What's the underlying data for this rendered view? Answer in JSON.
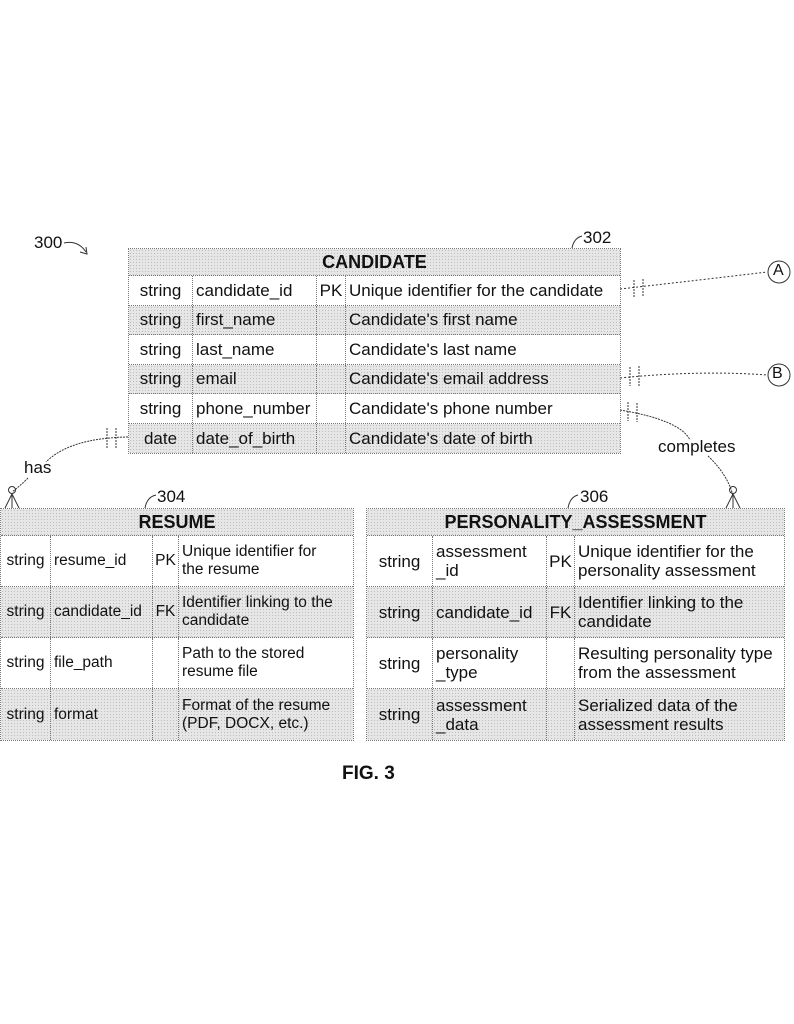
{
  "figure_label": "FIG. 3",
  "diagram_ref": "300",
  "connectors": {
    "a": "A",
    "b": "B",
    "has": "has",
    "completes": "completes"
  },
  "candidate": {
    "ref": "302",
    "title": "CANDIDATE",
    "rows": [
      {
        "type": "string",
        "name": "candidate_id",
        "key": "PK",
        "desc": "Unique identifier for the candidate"
      },
      {
        "type": "string",
        "name": "first_name",
        "key": "",
        "desc": "Candidate's first name"
      },
      {
        "type": "string",
        "name": "last_name",
        "key": "",
        "desc": "Candidate's last name"
      },
      {
        "type": "string",
        "name": "email",
        "key": "",
        "desc": "Candidate's email address"
      },
      {
        "type": "string",
        "name": "phone_number",
        "key": "",
        "desc": "Candidate's phone number"
      },
      {
        "type": "date",
        "name": "date_of_birth",
        "key": "",
        "desc": "Candidate's date of birth"
      }
    ]
  },
  "resume": {
    "ref": "304",
    "title": "RESUME",
    "rows": [
      {
        "type": "string",
        "name": "resume_id",
        "key": "PK",
        "desc": "Unique identifier for\nthe resume"
      },
      {
        "type": "string",
        "name": "candidate_id",
        "key": "FK",
        "desc": "Identifier linking to the\ncandidate"
      },
      {
        "type": "string",
        "name": "file_path",
        "key": "",
        "desc": "Path to the stored\nresume file"
      },
      {
        "type": "string",
        "name": "format",
        "key": "",
        "desc": "Format of the resume\n(PDF, DOCX, etc.)"
      }
    ]
  },
  "personality_assessment": {
    "ref": "306",
    "title": "PERSONALITY_ASSESSMENT",
    "rows": [
      {
        "type": "string",
        "name": "assessment\n_id",
        "key": "PK",
        "desc": "Unique identifier for the\npersonality assessment"
      },
      {
        "type": "string",
        "name": "candidate_id",
        "key": "FK",
        "desc": "Identifier linking to the\ncandidate"
      },
      {
        "type": "string",
        "name": "personality\n_type",
        "key": "",
        "desc": "Resulting personality type\nfrom the assessment"
      },
      {
        "type": "string",
        "name": "assessment\n_data",
        "key": "",
        "desc": "Serialized data of the\nassessment results"
      }
    ]
  }
}
